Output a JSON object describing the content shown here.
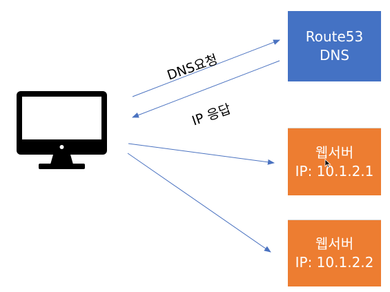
{
  "nodes": {
    "route53": {
      "line1": "Route53",
      "line2": "DNS",
      "color": "#4472c4"
    },
    "web1": {
      "line1": "웹서버",
      "line2": "IP: 10.1.2.1",
      "color": "#ed7d31"
    },
    "web2": {
      "line1": "웹서버",
      "line2": "IP: 10.1.2.2",
      "color": "#ed7d31"
    },
    "client": {
      "icon": "desktop-computer-icon"
    }
  },
  "edges": {
    "dns_request": {
      "label": "DNS요청",
      "from": "client",
      "to": "route53"
    },
    "ip_response": {
      "label": "IP 응답",
      "from": "route53",
      "to": "client"
    },
    "to_web1": {
      "label": "",
      "from": "client",
      "to": "web1"
    },
    "to_web2": {
      "label": "",
      "from": "client",
      "to": "web2"
    }
  },
  "arrow_color": "#4a72c0"
}
